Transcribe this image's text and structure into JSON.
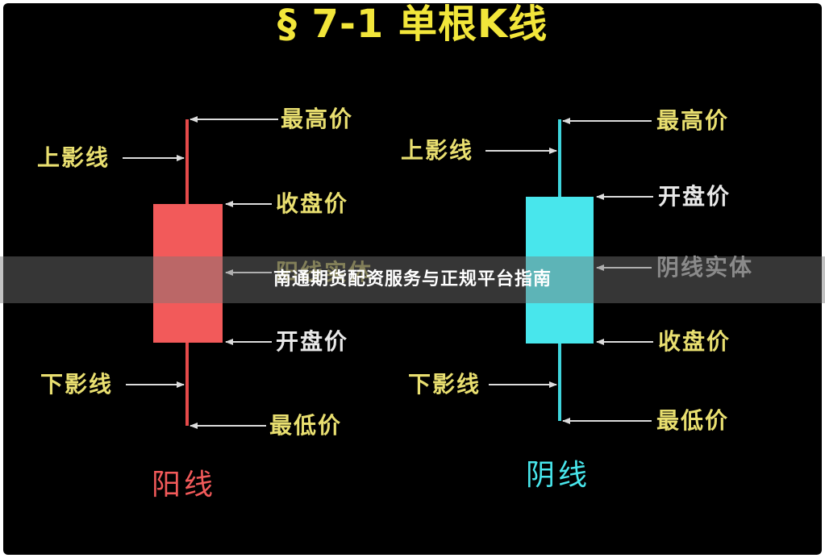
{
  "title": "§ 7-1 单根K线",
  "colors": {
    "background": "#000000",
    "title": "#f2e63a",
    "label_yellow": "#e9df70",
    "label_white": "#e8e8e8",
    "label_dim": "#8a8640",
    "label_dim_white": "#9a9a9a",
    "bullish": "#f25a5a",
    "bullish_shadow": "#e64a4a",
    "bearish": "#48e6ec",
    "bearish_shadow": "#3fd4dc",
    "arrow": "#dcdcdc"
  },
  "bullish": {
    "caption": "阳线",
    "labels": {
      "high": "最高价",
      "upper_shadow": "上影线",
      "close": "收盘价",
      "body": "阳线实体",
      "open": "开盘价",
      "lower_shadow": "下影线",
      "low": "最低价"
    }
  },
  "bearish": {
    "caption": "阴线",
    "labels": {
      "high": "最高价",
      "upper_shadow": "上影线",
      "open": "开盘价",
      "body": "阴线实体",
      "close": "收盘价",
      "lower_shadow": "下影线",
      "low": "最低价"
    }
  },
  "overlay": {
    "banner_text": "南通期货配资服务与正规平台指南"
  }
}
